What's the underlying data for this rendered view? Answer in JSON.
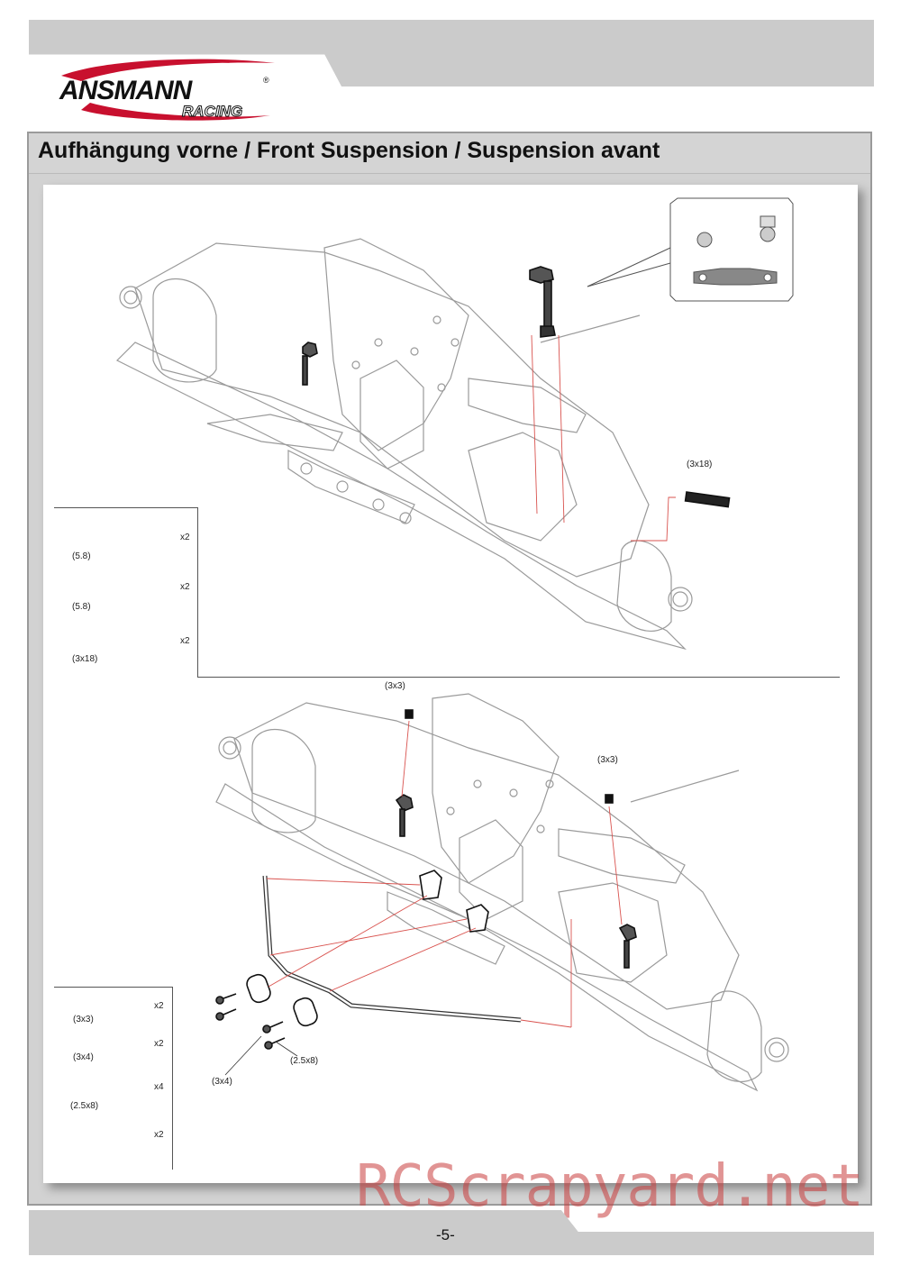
{
  "brand": {
    "name": "ANSMANN",
    "sub": "RACING",
    "registered": "®"
  },
  "section_title": "Aufhängung vorne / Front Suspension / Suspension avant",
  "step1": {
    "callouts": [
      "(3x18)"
    ],
    "parts": [
      {
        "label": "(5.8)",
        "qty": "x2"
      },
      {
        "label": "(5.8)",
        "qty": "x2"
      },
      {
        "label": "(3x18)",
        "qty": "x2"
      }
    ]
  },
  "step2": {
    "callouts": [
      "(3x3)",
      "(3x3)",
      "(3x4)",
      "(2.5x8)"
    ],
    "parts": [
      {
        "label": "(3x3)",
        "qty": "x2"
      },
      {
        "label": "(3x4)",
        "qty": "x2"
      },
      {
        "label": "(2.5x8)",
        "qty": "x4"
      },
      {
        "label": "",
        "qty": "x2"
      }
    ]
  },
  "page_number": "-5-",
  "watermark": "RCScrapyard.net",
  "colors": {
    "band": "#cbcbcb",
    "logo_red": "#c8102e",
    "leader_red": "#d9534f"
  }
}
